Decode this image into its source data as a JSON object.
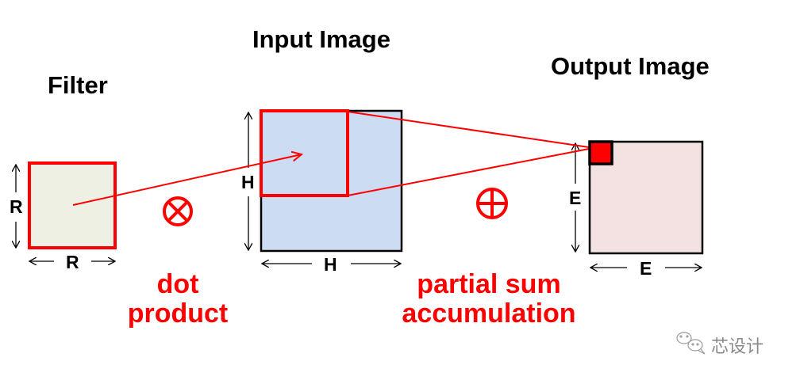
{
  "titles": {
    "filter": "Filter",
    "input_image": "Input Image",
    "output_image": "Output Image"
  },
  "dimensions": {
    "filter_height": "R",
    "filter_width": "R",
    "input_height": "H",
    "input_width": "H",
    "output_height": "E",
    "output_width": "E"
  },
  "operators": {
    "multiply_symbol": "⊗",
    "add_symbol": "⊕"
  },
  "labels": {
    "dot_product_line1": "dot",
    "dot_product_line2": "product",
    "accum_line1": "partial sum",
    "accum_line2": "accumulation"
  },
  "colors": {
    "accent_red": "#ff0000",
    "filter_fill": "#eef0e4",
    "input_fill": "#ccdcf2",
    "output_fill": "#f4e2e2"
  },
  "watermark": {
    "text": "芯设计"
  }
}
